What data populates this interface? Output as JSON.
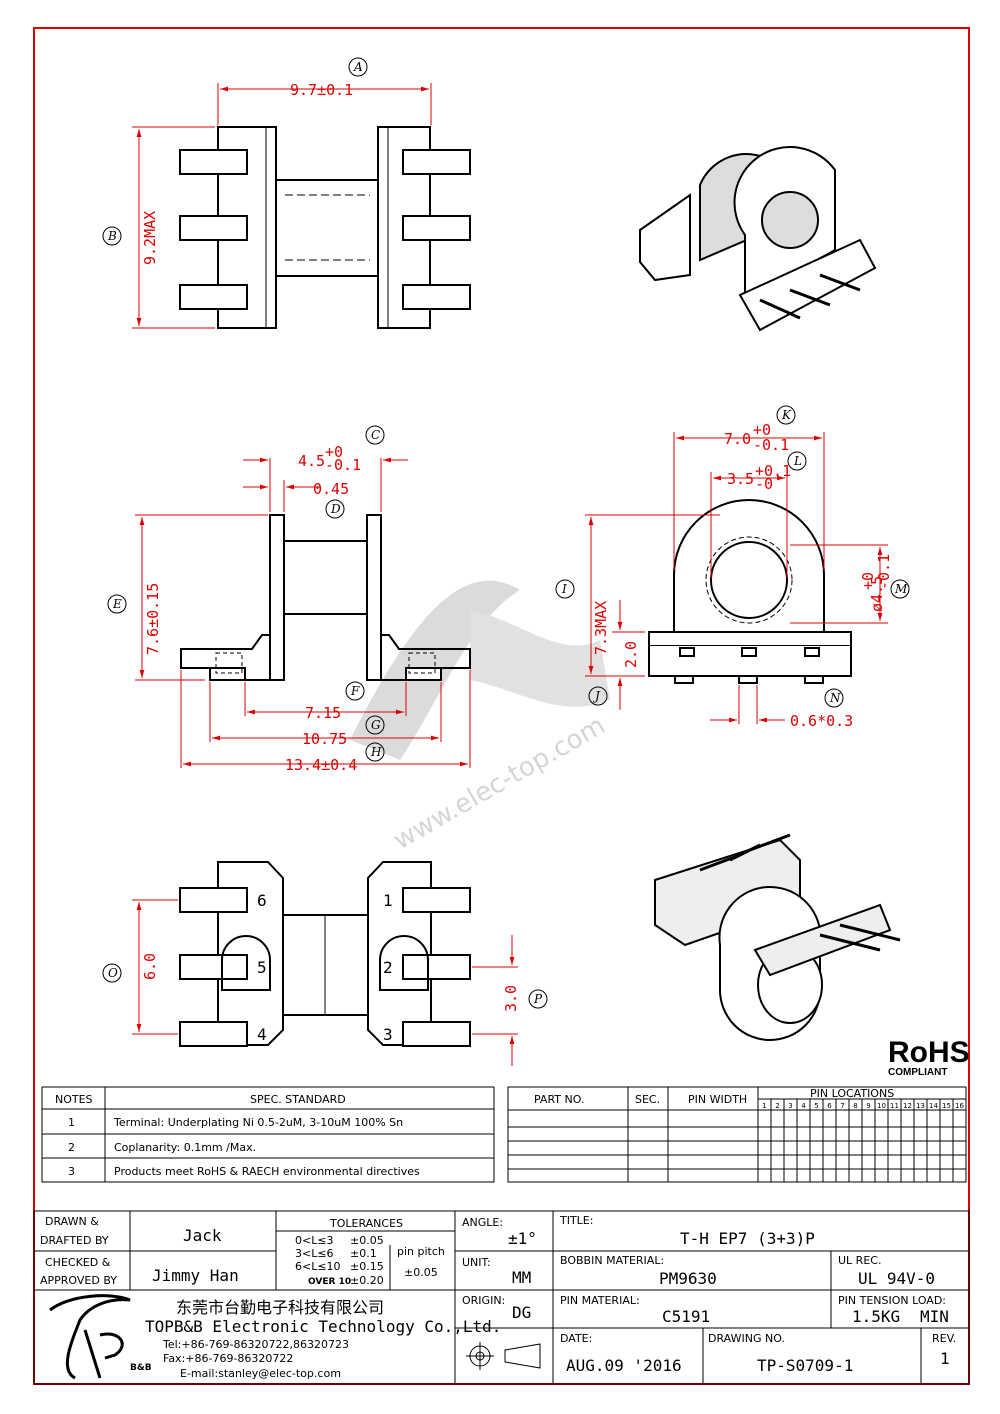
{
  "dims": {
    "a_width": "9.7±0.1",
    "b_height": "9.2MAX",
    "c_pin": "4.5",
    "c_tol_plus": "+0",
    "c_tol_minus": "-0.1",
    "d_wall": "0.45",
    "e_height": "7.6±0.15",
    "f_span": "7.15",
    "g_span": "10.75",
    "h_span": "13.4±0.4",
    "k_width": "7.0",
    "k_tol_plus": "+0",
    "k_tol_minus": "-0.1",
    "l_bore": "3.5",
    "l_tol_plus": "+0.1",
    "l_tol_minus": "-0",
    "i_height": "7.3MAX",
    "j_height": "2.0",
    "m_dia": "ø4.5",
    "m_tol_plus": "+0",
    "m_tol_minus": "-0.1",
    "n_pin": "0.6*0.3",
    "o_span": "6.0",
    "p_pitch": "3.0"
  },
  "circle_labels": [
    "A",
    "B",
    "C",
    "D",
    "E",
    "F",
    "G",
    "H",
    "I",
    "J",
    "K",
    "L",
    "M",
    "N",
    "O",
    "P"
  ],
  "pin_numbers": [
    "1",
    "2",
    "3",
    "4",
    "5",
    "6"
  ],
  "watermark": "www.elec-top.com",
  "rohs": {
    "main": "RoHS",
    "sub": "COMPLIANT"
  },
  "notes": {
    "header_notes": "NOTES",
    "header_spec": "SPEC. STANDARD",
    "rows": [
      {
        "num": "1",
        "text": "Terminal: Underplating Ni 0.5-2uM, 3-10uM 100% Sn"
      },
      {
        "num": "2",
        "text": "Coplanarity: 0.1mm  /Max."
      },
      {
        "num": "3",
        "text": "Products meet RoHS & RAECH environmental directives"
      }
    ]
  },
  "parts": {
    "part_no": "PART NO.",
    "sec": "SEC.",
    "pin_width": "PIN WIDTH",
    "pin_locations": "PIN  LOCATIONS",
    "loc_numbers": [
      "1",
      "2",
      "3",
      "4",
      "5",
      "6",
      "7",
      "8",
      "9",
      "10",
      "11",
      "12",
      "13",
      "14",
      "15",
      "16"
    ]
  },
  "title_block": {
    "drawn_label_1": "DRAWN &",
    "drawn_label_2": "DRAFTED BY",
    "drawn_by": "Jack",
    "checked_label_1": "CHECKED &",
    "checked_label_2": "APPROVED BY",
    "approved_by": "Jimmy Han",
    "tolerances_label": "TOLERANCES",
    "tol_rows": [
      {
        "range": "0<L≤3",
        "tol": "±0.05"
      },
      {
        "range": "3<L≤6",
        "tol": "±0.1"
      },
      {
        "range": "6<L≤10",
        "tol": "±0.15"
      },
      {
        "range": "OVER 10",
        "tol": "±0.20"
      }
    ],
    "pin_pitch_label": "pin pitch",
    "pin_pitch_tol": "±0.05",
    "angle_label": "ANGLE:",
    "angle_value": "±1°",
    "unit_label": "UNIT:",
    "unit_value": "MM",
    "origin_label": "ORIGIN:",
    "origin_value": "DG",
    "title_label": "TITLE:",
    "title_value": "T-H   EP7  (3+3)P",
    "bobbin_label": "BOBBIN MATERIAL:",
    "bobbin_value": "PM9630",
    "ul_label": "UL REC.",
    "ul_value": "UL  94V-0",
    "pin_material_label": "PIN MATERIAL:",
    "pin_material_value": "C5191",
    "tension_label": "PIN TENSION LOAD:",
    "tension_value": "1.5KG",
    "tension_min": "MIN",
    "date_label": "DATE:",
    "date_value": "AUG.09  '2016",
    "drawing_no_label": "DRAWING NO.",
    "drawing_no_value": "TP-S0709-1",
    "rev_label": "REV.",
    "rev_value": "1",
    "company_cn": "东莞市台勤电子科技有限公司",
    "company_en": "TOPBB Electronic Technology Co.,Ltd.",
    "company_amp": "&",
    "tel": "Tel:+86-769-86320722,86320723",
    "fax": "Fax:+86-769-86320722",
    "email": "E-mail:stanley@elec-top.com",
    "logo_sub": "B&B"
  }
}
